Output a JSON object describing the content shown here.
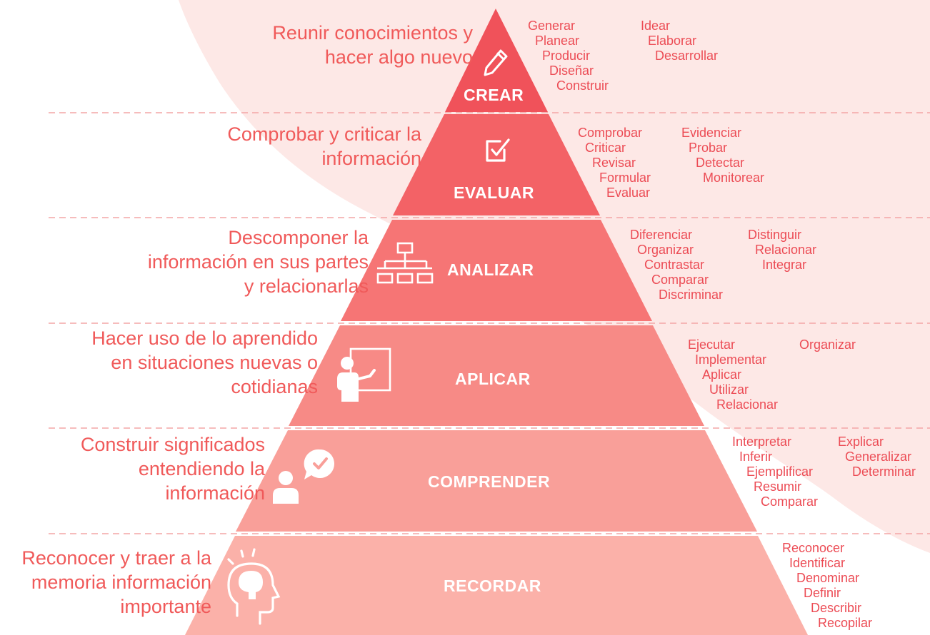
{
  "levels": [
    {
      "name": "CREAR",
      "description": [
        "Reunir conocimientos y",
        "hacer algo nuevo"
      ],
      "verbs_col1": [
        "Generar",
        "Planear",
        "Producir",
        "Diseñar",
        "Construir"
      ],
      "verbs_col2": [
        "Idear",
        "Elaborar",
        "Desarrollar"
      ],
      "icon": "pencil-icon",
      "color": "#f0525a"
    },
    {
      "name": "EVALUAR",
      "description": [
        "Comprobar y criticar la",
        "información"
      ],
      "verbs_col1": [
        "Comprobar",
        "Criticar",
        "Revisar",
        "Formular",
        "Evaluar"
      ],
      "verbs_col2": [
        "Evidenciar",
        "Probar",
        "Detectar",
        "Monitorear"
      ],
      "icon": "checkbox-icon",
      "color": "#f36266"
    },
    {
      "name": "ANALIZAR",
      "description": [
        "Descomponer la",
        "información en sus partes",
        "y relacionarlas"
      ],
      "verbs_col1": [
        "Diferenciar",
        "Organizar",
        "Contrastar",
        "Comparar",
        "Discriminar"
      ],
      "verbs_col2": [
        "Distinguir",
        "Relacionar",
        "Integrar"
      ],
      "icon": "hierarchy-icon",
      "color": "#f67575"
    },
    {
      "name": "APLICAR",
      "description": [
        "Hacer uso de lo aprendido",
        "en situaciones nuevas o",
        "cotidianas"
      ],
      "verbs_col1": [
        "Ejecutar",
        "Implementar",
        "Aplicar",
        "Utilizar",
        "Relacionar"
      ],
      "verbs_col2": [
        "Organizar"
      ],
      "icon": "teacher-board-icon",
      "color": "#f78a86"
    },
    {
      "name": "COMPRENDER",
      "description": [
        "Construir significados",
        "entendiendo la",
        "información"
      ],
      "verbs_col1": [
        "Interpretar",
        "Inferir",
        "Ejemplificar",
        "Resumir",
        "Comparar"
      ],
      "verbs_col2": [
        "Explicar",
        "Generalizar",
        "Determinar"
      ],
      "icon": "person-chat-check-icon",
      "color": "#f99f99"
    },
    {
      "name": "RECORDAR",
      "description": [
        "Reconocer y traer a la",
        "memoria información",
        "importante"
      ],
      "verbs_col1": [
        "Reconocer",
        "Identificar",
        "Denominar",
        "Definir",
        "Describir",
        "Recopilar"
      ],
      "verbs_col2": [],
      "icon": "head-brain-icon",
      "color": "#fbb1a9"
    }
  ],
  "colors": {
    "description_text": "#f05a5a",
    "verb_text": "#ec4c55",
    "background_blob": "#fde8e6",
    "divider": "#f4a6a6"
  }
}
